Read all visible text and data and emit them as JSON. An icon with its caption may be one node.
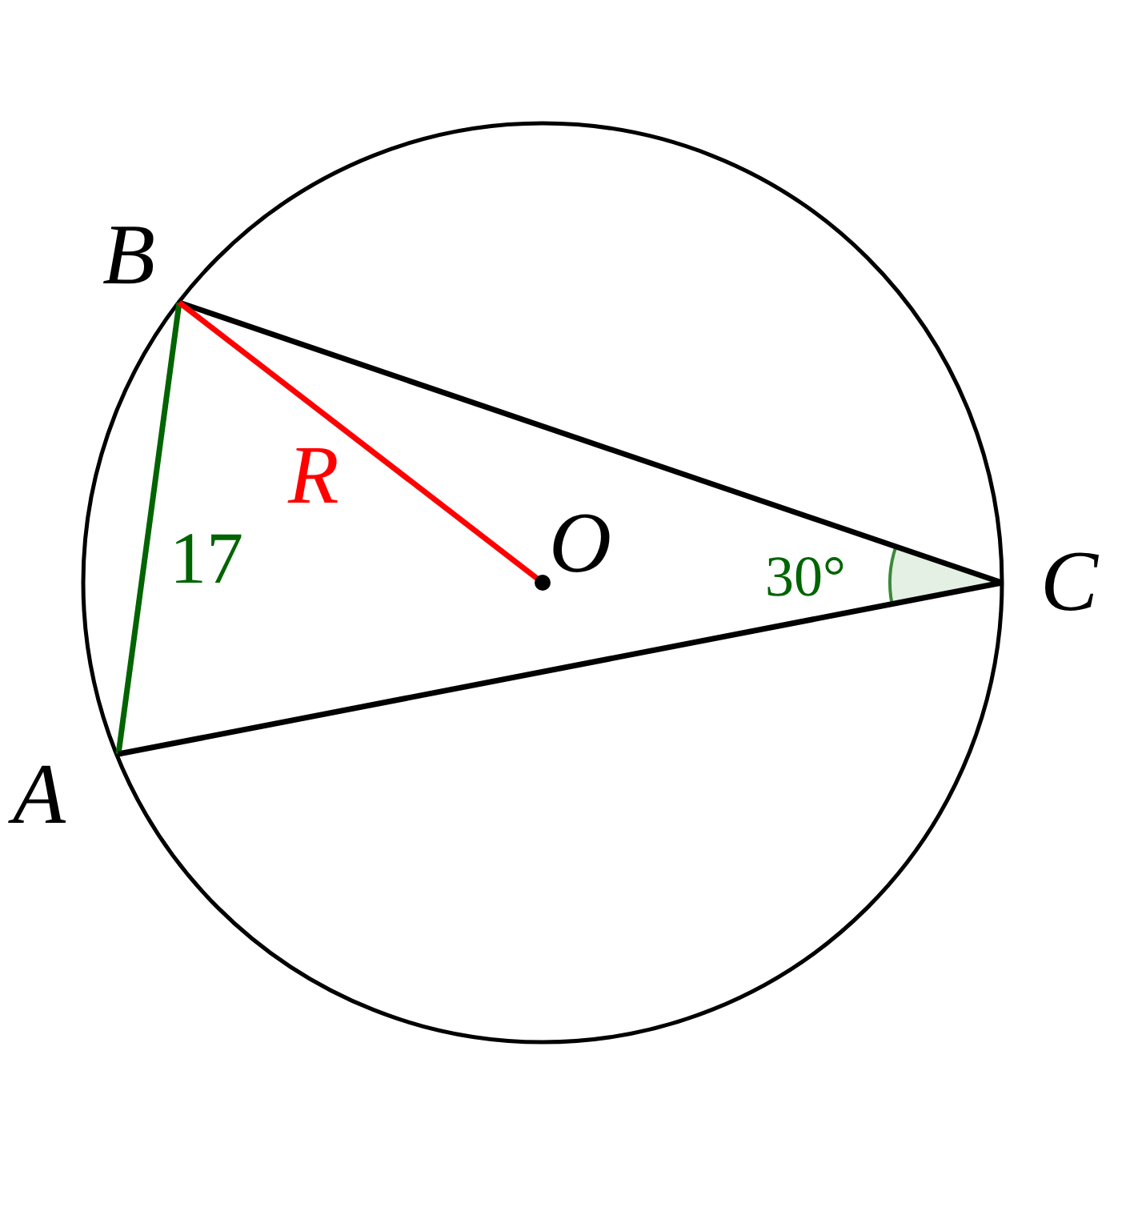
{
  "diagram": {
    "nodes": [
      {
        "text": [
          "B"
        ]
      },
      {
        "text": [
          "O"
        ]
      },
      {
        "text": [
          "C"
        ]
      },
      {
        "text": [
          "A"
        ]
      }
    ],
    "edges": [
      {
        "from": 0,
        "to": 3,
        "arrow": "none",
        "label": "17",
        "color": "#006400"
      },
      {
        "from": 0,
        "to": 2,
        "arrow": "none"
      },
      {
        "from": 3,
        "to": 2,
        "arrow": "none"
      },
      {
        "from": 0,
        "to": 1,
        "arrow": "none",
        "label": "R",
        "color": "#ff0000"
      }
    ],
    "labels": [
      "30°"
    ]
  }
}
